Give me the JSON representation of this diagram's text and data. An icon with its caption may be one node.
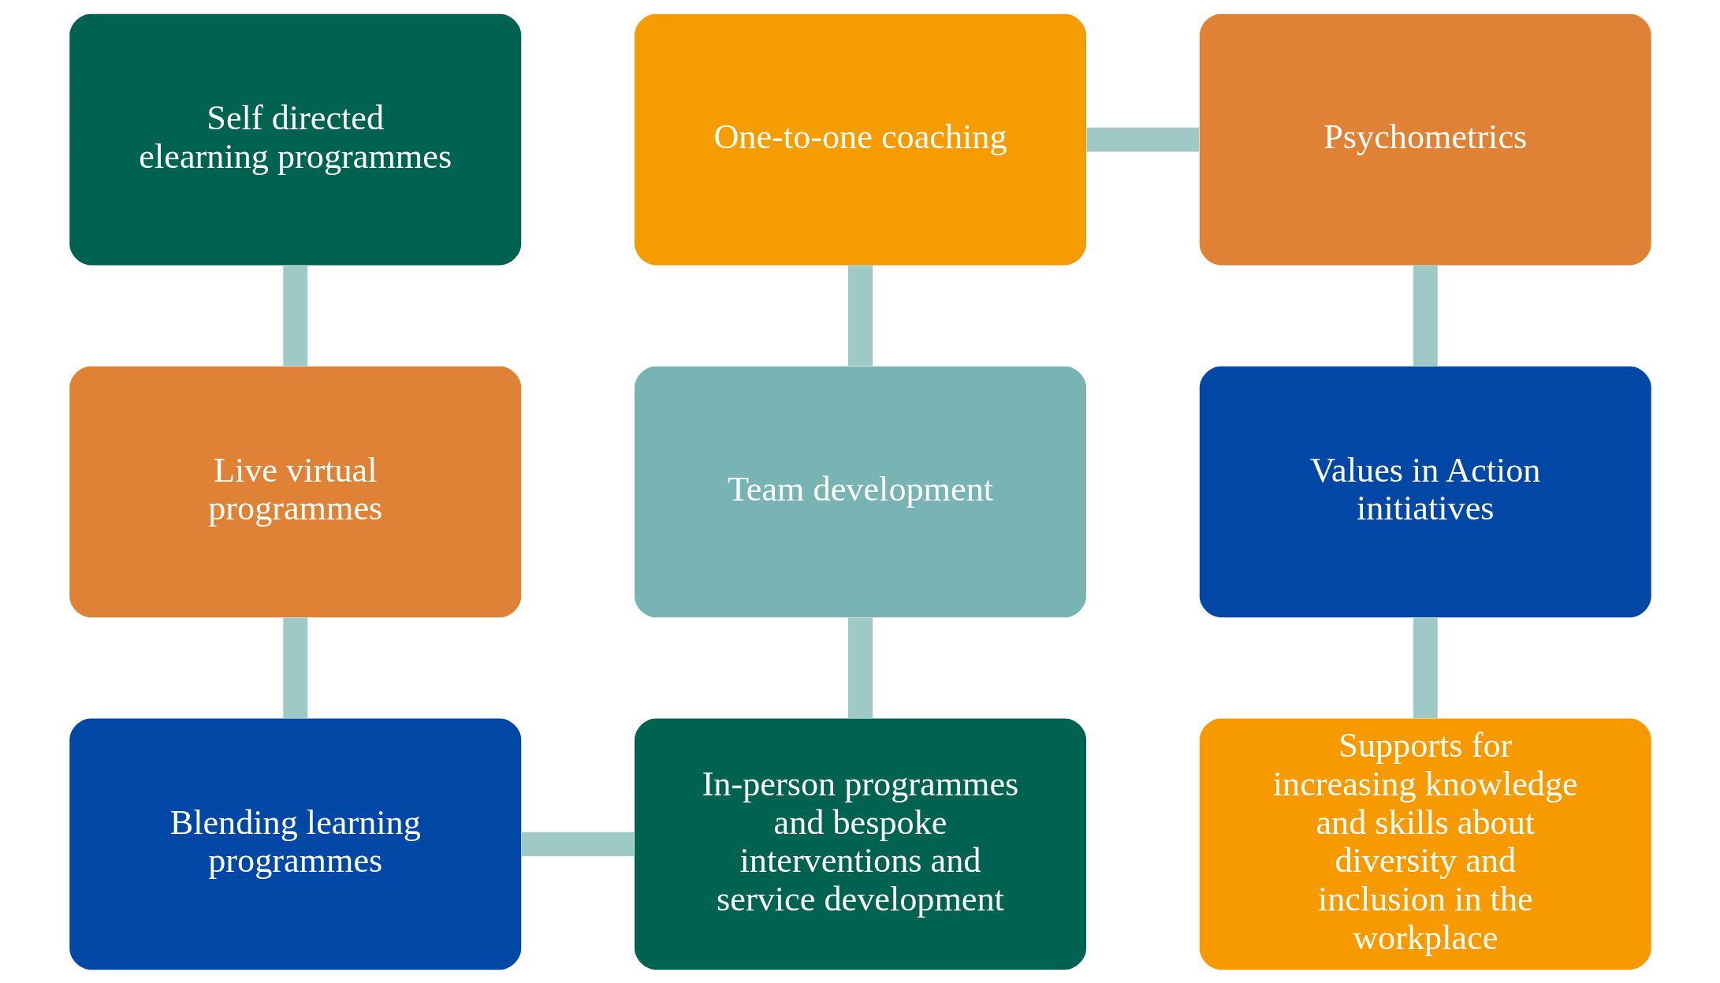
{
  "diagram": {
    "nodes": [
      {
        "text": [
          "Self directed elearning programmes"
        ]
      },
      {
        "text": [
          "One-to-one coaching"
        ]
      },
      {
        "text": [
          "Psychometrics"
        ]
      },
      {
        "text": [
          "Live virtual programmes"
        ]
      },
      {
        "text": [
          "Team development"
        ]
      },
      {
        "text": [
          "Values in Action initiatives"
        ]
      },
      {
        "text": [
          "Blending learning programmes"
        ]
      },
      {
        "text": [
          "In-person programmes and bespoke interventions and service development"
        ]
      },
      {
        "text": [
          "Supports for increasing knowledge and skills about diversity and inclusion in the workplace"
        ]
      }
    ],
    "edges": [
      {
        "from": 0,
        "to": 3,
        "arrow": "none"
      },
      {
        "from": 3,
        "to": 6,
        "arrow": "none"
      },
      {
        "from": 6,
        "to": 7,
        "arrow": "none"
      },
      {
        "from": 7,
        "to": 4,
        "arrow": "none"
      },
      {
        "from": 4,
        "to": 1,
        "arrow": "none"
      },
      {
        "from": 1,
        "to": 2,
        "arrow": "none"
      },
      {
        "from": 2,
        "to": 5,
        "arrow": "none"
      },
      {
        "from": 5,
        "to": 8,
        "arrow": "none"
      }
    ]
  }
}
